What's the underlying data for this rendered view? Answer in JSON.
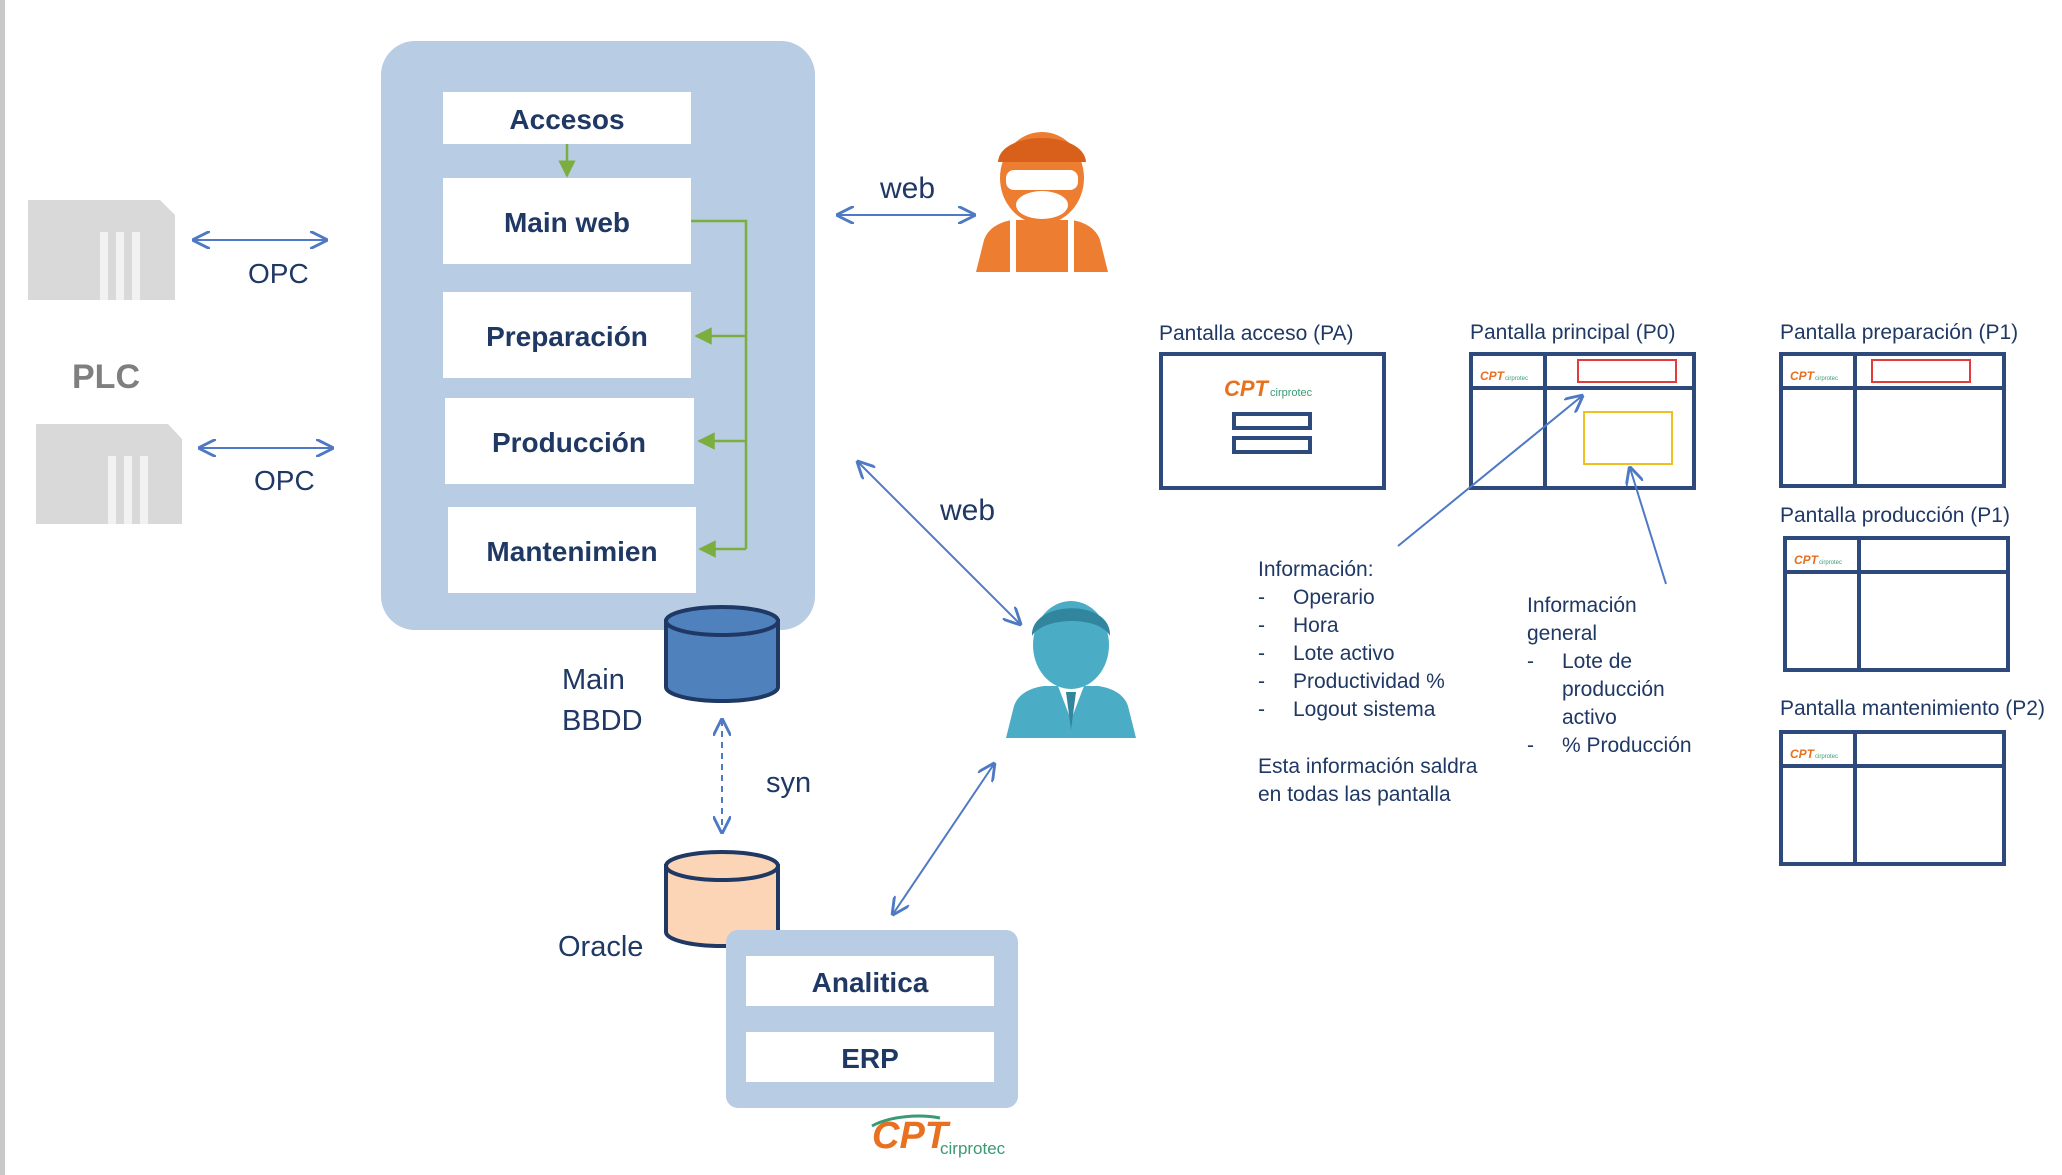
{
  "plc": {
    "label": "PLC",
    "opc_top": "OPC",
    "opc_bottom": "OPC"
  },
  "app_modules": [
    "Accesos",
    "Main web",
    "Preparación",
    "Producción",
    "Mantenimien"
  ],
  "web_top": "web",
  "web_middle": "web",
  "main_db": {
    "line1": "Main",
    "line2": "BBDD"
  },
  "sync_label": "syn",
  "oracle_label": "Oracle",
  "oracle_modules": [
    "Analitica",
    "ERP"
  ],
  "logo": {
    "mark": "CPT",
    "text": "cirprotec"
  },
  "screens": {
    "access": "Pantalla acceso (PA)",
    "main": "Pantalla principal (P0)",
    "prep": "Pantalla preparación (P1)",
    "prod": "Pantalla producción (P1)",
    "maint": "Pantalla mantenimiento (P2)"
  },
  "info": {
    "title": "Información:",
    "items": [
      "Operario",
      "Hora",
      "Lote activo",
      "Productividad %",
      "Logout sistema"
    ],
    "note_line1": "Esta información saldra",
    "note_line2": "en todas las pantalla"
  },
  "general": {
    "title_line1": "Información",
    "title_line2": "general",
    "items": [
      "Lote de",
      "producción",
      "activo",
      "% Producción"
    ]
  },
  "colors": {
    "panel": "#b8cce4",
    "navy": "#1f3864",
    "arrow": "#4e79c4",
    "green": "#7cae3f",
    "person_top": "#ed7d31",
    "person_bottom": "#4bacc6",
    "db_main": "#4f81bd",
    "db_oracle": "#fbd5b5"
  }
}
